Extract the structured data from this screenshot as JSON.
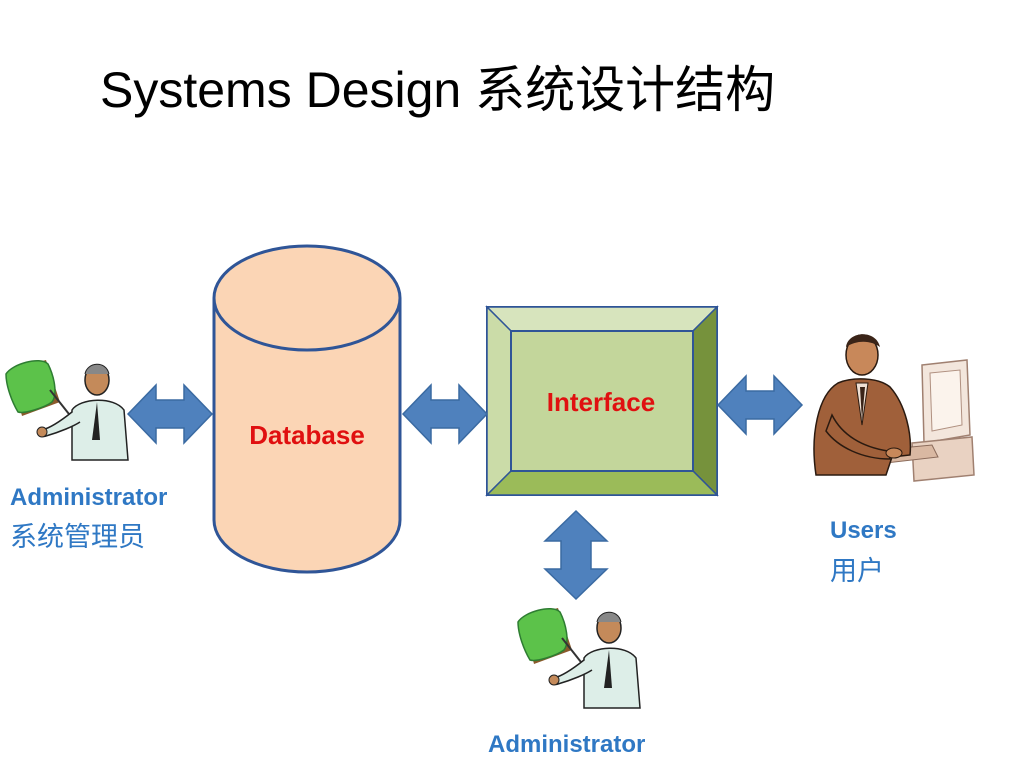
{
  "title": "Systems Design 系统设计结构",
  "nodes": {
    "database": "Database",
    "interface": "Interface"
  },
  "actors": {
    "admin_left": {
      "label": "Administrator",
      "label_cn": "系统管理员"
    },
    "users": {
      "label": "Users",
      "label_cn": "用户"
    },
    "admin_bottom": {
      "label": "Administrator"
    }
  },
  "colors": {
    "arrow_fill": "#4f81bd",
    "arrow_stroke": "#3a6aa2",
    "database_fill": "#fbd5b5",
    "database_stroke": "#2f5597",
    "interface_face": "#c3d69b",
    "interface_bevel": "#9bbb59",
    "label_blue": "#2f78c4",
    "label_red": "#e01010"
  },
  "icons": [
    "presenter-clipart-icon",
    "computer-user-clipart-icon"
  ]
}
